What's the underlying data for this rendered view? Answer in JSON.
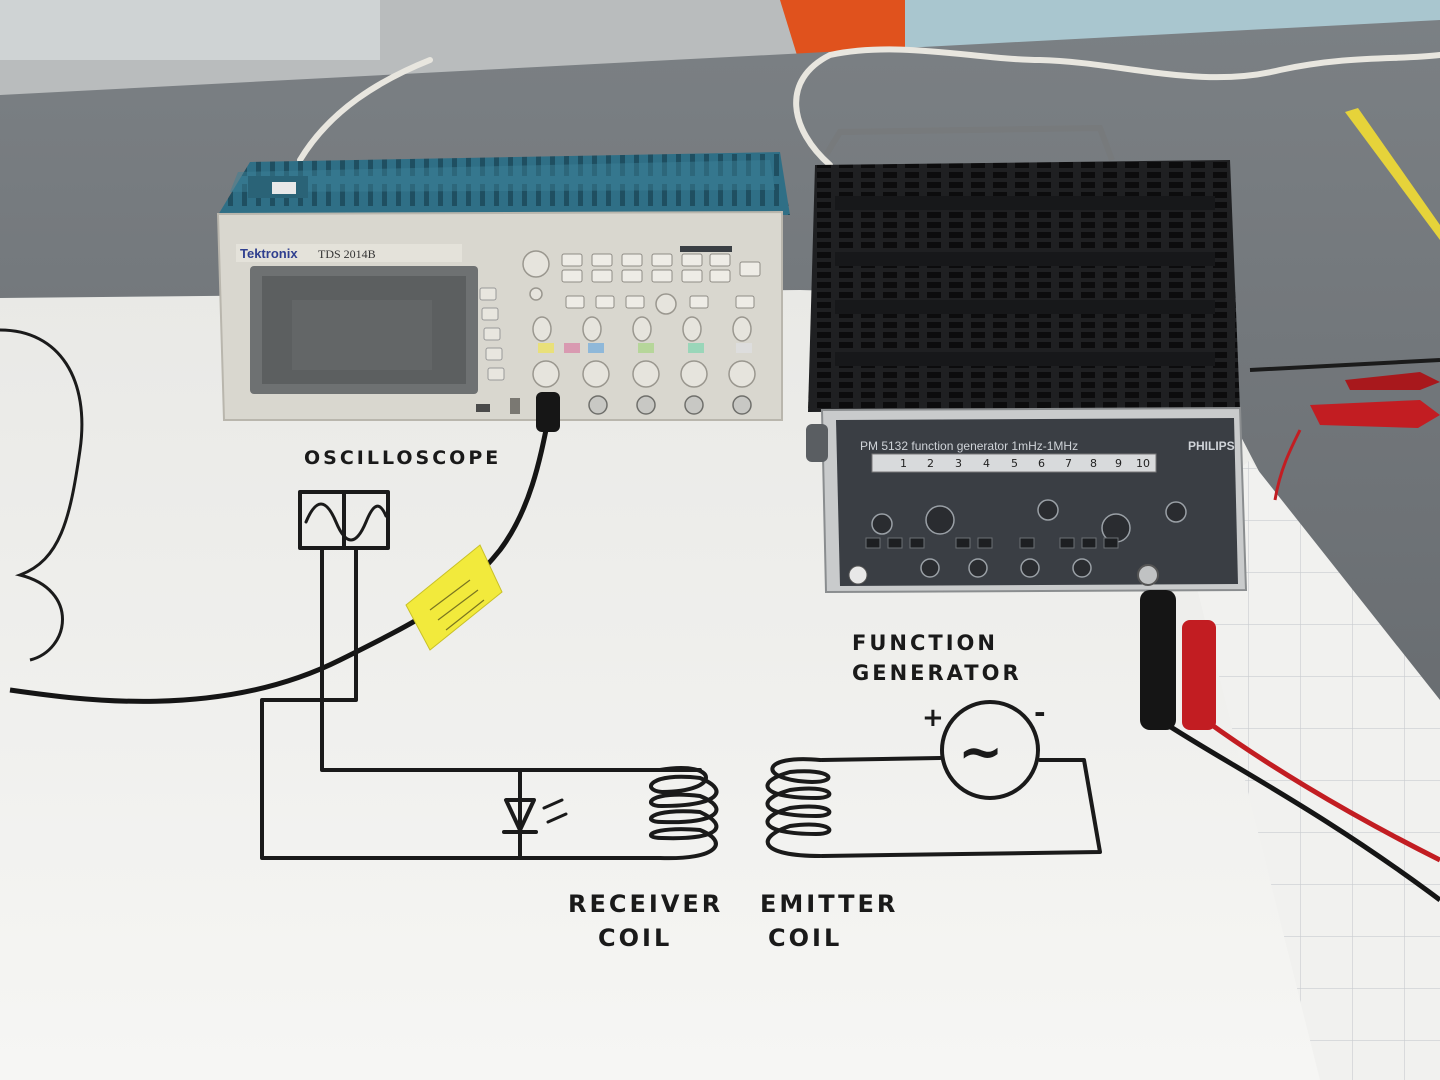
{
  "photo": {
    "oscilloscope": {
      "brand": "Tektronix",
      "model": "TDS 2014B"
    },
    "function_generator": {
      "brand": "PHILIPS",
      "model_line": "PM 5132  function generator  1mHz-1MHz",
      "dial_scale": [
        "1",
        "2",
        "3",
        "4",
        "5",
        "6",
        "7",
        "8",
        "9",
        "10"
      ]
    }
  },
  "sketch": {
    "oscilloscope_label": "OSCILLOSCOPE",
    "function_label_line1": "FUNCTION",
    "function_label_line2": "GENERATOR",
    "plus_sign": "+",
    "minus_sign": "-",
    "ac_symbol": "~",
    "receiver_line1": "RECEIVER",
    "receiver_line2": "COIL",
    "emitter_line1": "EMITTER",
    "emitter_line2": "COIL"
  },
  "colors": {
    "table": "#6f7478",
    "paper": "#f1f1ef",
    "scope_blue": "#2f6f86",
    "scope_body": "#d9d7cf",
    "generator_body": "#2b2d2f",
    "ink": "#1a1a1a",
    "red_lead": "#c21d22",
    "wall_orange": "#e0521d"
  }
}
